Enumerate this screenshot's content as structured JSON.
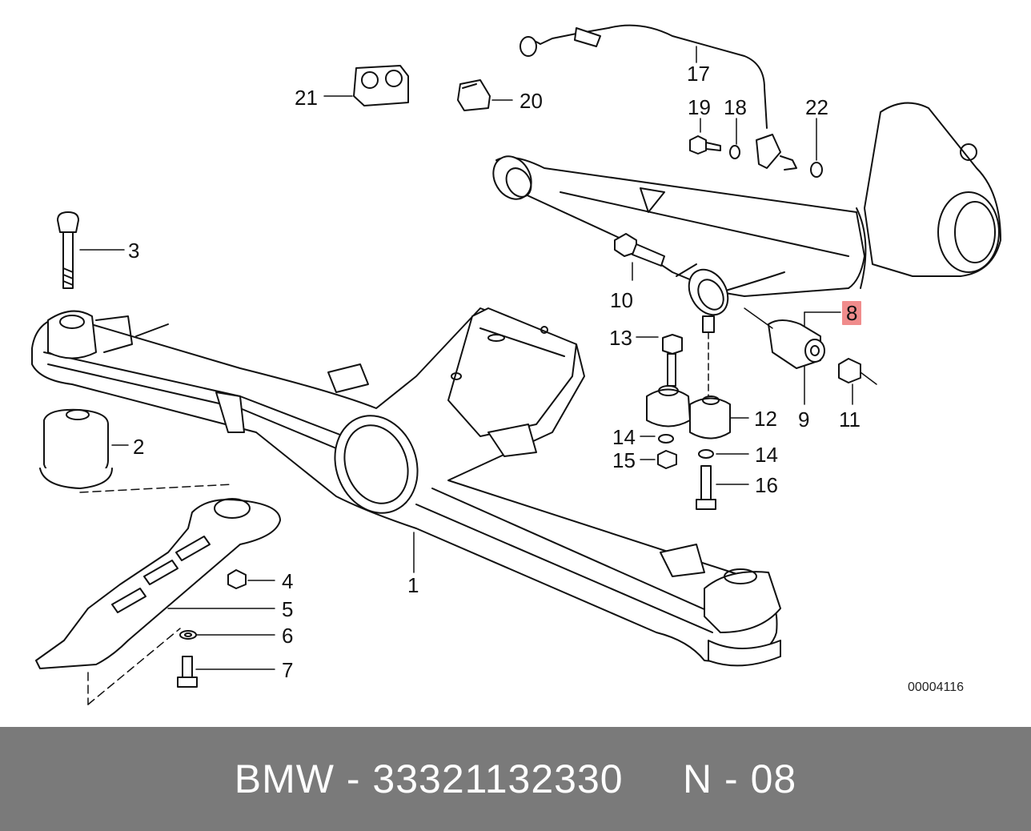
{
  "diagram": {
    "code": "00004116",
    "highlight_color": "#f08c8c",
    "callouts": [
      {
        "id": "1",
        "label": "1"
      },
      {
        "id": "2",
        "label": "2"
      },
      {
        "id": "3",
        "label": "3"
      },
      {
        "id": "4",
        "label": "4"
      },
      {
        "id": "5",
        "label": "5"
      },
      {
        "id": "6",
        "label": "6"
      },
      {
        "id": "7",
        "label": "7"
      },
      {
        "id": "8",
        "label": "8",
        "highlighted": true
      },
      {
        "id": "9",
        "label": "9"
      },
      {
        "id": "10",
        "label": "10"
      },
      {
        "id": "11",
        "label": "11"
      },
      {
        "id": "12",
        "label": "12"
      },
      {
        "id": "13",
        "label": "13"
      },
      {
        "id": "14a",
        "label": "14"
      },
      {
        "id": "14b",
        "label": "14"
      },
      {
        "id": "15",
        "label": "15"
      },
      {
        "id": "16",
        "label": "16"
      },
      {
        "id": "17",
        "label": "17"
      },
      {
        "id": "18",
        "label": "18"
      },
      {
        "id": "19",
        "label": "19"
      },
      {
        "id": "20",
        "label": "20"
      },
      {
        "id": "21",
        "label": "21"
      },
      {
        "id": "22",
        "label": "22"
      }
    ]
  },
  "footer": {
    "brand": "BMW",
    "part_number": "33321132330",
    "position": "N - 08",
    "text": "BMW - 33321132330     N - 08",
    "background": "#7a7a7a"
  }
}
